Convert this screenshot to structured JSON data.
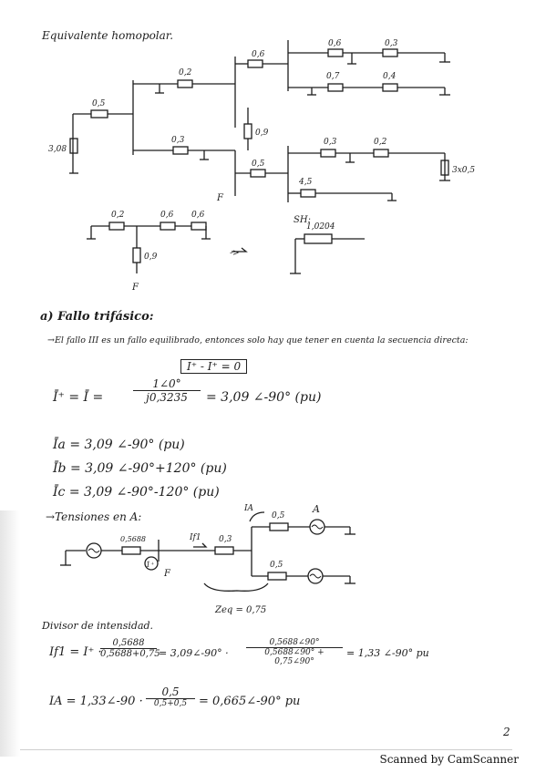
{
  "title": "Equivalente homopolar.",
  "circuit_top": {
    "labels": {
      "r05": "0,5",
      "r3_08": "3,08",
      "r02": "0,2",
      "r03a": "0,3",
      "r06": "0,6",
      "r09": "0,9",
      "r05b": "0,5",
      "r06b": "0,6",
      "r03b": "0,3",
      "r07": "0,7",
      "r04": "0,4",
      "r03c": "0,3",
      "r02b": "0,2",
      "r45": "4,5",
      "r3x05": "3x0,5",
      "f": "F"
    }
  },
  "circuit_mid": {
    "labels": {
      "r02": "0,2",
      "r06": "0,6",
      "r06b": "0,6",
      "r09": "0,9",
      "f": "F",
      "arrow": "->",
      "sh_label": "SH:",
      "sh_value": "1,0204"
    }
  },
  "section_a": {
    "heading": "a) Fallo trifásico:",
    "line1": "→El fallo III es un fallo equilibrado, entonces solo hay que tener en cuenta la secuencia directa:",
    "boxed": "I⁺ - I⁺ = 0",
    "eq_lhs": "Ī⁺ = Ī =",
    "eq_num": "1∠0°",
    "eq_den": "j0,3235",
    "eq_rhs": "= 3,09 ∠-90° (pu)",
    "ia": "Īa = 3,09 ∠-90° (pu)",
    "ib": "Īb = 3,09 ∠-90°+120° (pu)",
    "ic": "Īc = 3,09 ∠-90°-120° (pu)",
    "tensiones": "→Tensiones en A:"
  },
  "circuit_bottom": {
    "labels": {
      "r05688": "0,5688",
      "if1": "If1",
      "r03": "0,3",
      "ia": "IA",
      "r05a": "0,5",
      "a": "A",
      "r05b": "0,5",
      "one_plus": "1⁺",
      "f": "F",
      "zeq": "Zeq = 0,75"
    }
  },
  "divisor": {
    "heading": "Divisor de intensidad.",
    "l1_lhs": "If1 = I⁺ ·",
    "l1_num": "0,5688",
    "l1_den": "0,5688+0,75",
    "l1_mid": "= 3,09∠-90° ·",
    "l1_num2": "0,5688∠90°",
    "l1_den2": "0,5688∠90° + 0,75∠90°",
    "l1_rhs": "= 1,33 ∠-90° pu",
    "l2_lhs": "IA = 1,33∠-90 ·",
    "l2_num": "0,5",
    "l2_den": "0,5+0,5",
    "l2_rhs": "= 0,665∠-90° pu"
  },
  "page_number": "2",
  "footer": "Scanned by CamScanner"
}
